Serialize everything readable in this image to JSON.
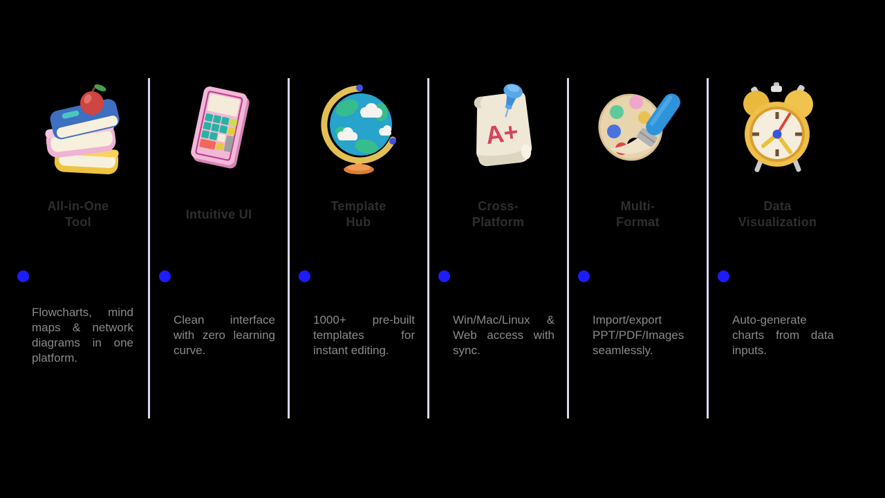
{
  "theme": {
    "background_color": "#000000",
    "divider_color": "#d9d9f7",
    "dot_color": "#1c1cff",
    "title_color": "#2e2e2e",
    "description_color": "#8a8a8a",
    "badge_color": "#d6435c"
  },
  "features": [
    {
      "icon": "book-stack-icon",
      "title": "All-in-One\nTool",
      "description": "Flowcharts, mind maps & network diagrams in one platform."
    },
    {
      "icon": "calculator-icon",
      "title": "Intuitive UI",
      "description": "Clean interface with zero learning curve."
    },
    {
      "icon": "globe-icon",
      "title": "Template\nHub",
      "description": "1000+ pre-built templates for instant editing."
    },
    {
      "icon": "pinned-scroll-icon",
      "title": "Cross-\nPlatform",
      "badge": "A+",
      "description": "Win/Mac/Linux & Web access with sync."
    },
    {
      "icon": "palette-brush-icon",
      "title": "Multi-\nFormat",
      "description": "Import/export PPT/PDF/Images seamlessly."
    },
    {
      "icon": "alarm-clock-icon",
      "title": "Data\nVisualization",
      "description": "Auto-generate charts from data inputs."
    }
  ]
}
